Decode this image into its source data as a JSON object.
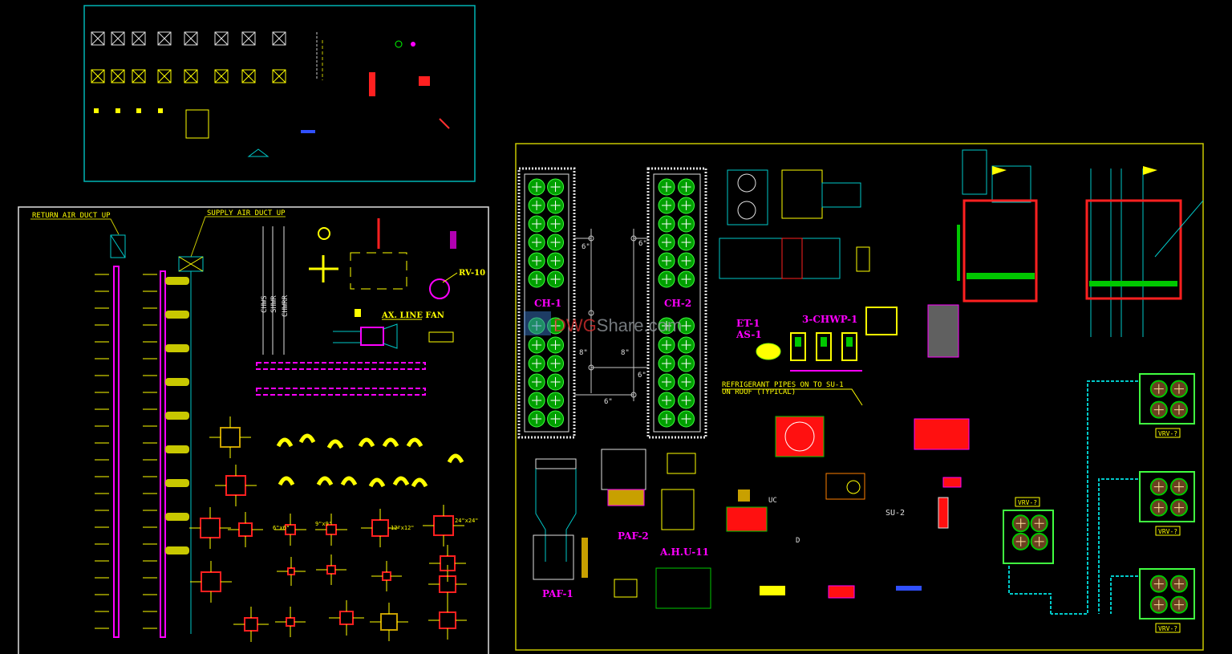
{
  "watermark": {
    "brand_a": "DWG",
    "brand_b": "Share.com"
  },
  "left_panel": {
    "return_air_label": "RETURN AIR DUCT UP",
    "supply_air_label": "SUPPLY AIR DUCT UP",
    "pipe_labels": [
      "CHWS",
      "SHWR",
      "CHWRR"
    ],
    "rv_label": "RV-10",
    "fan_label": "AX. LINE FAN",
    "size_labels": [
      "6\"x6\"",
      "9\"x9\"",
      "12\"x12\"",
      "24\"x24\""
    ]
  },
  "right_panel": {
    "chiller_1": "CH-1",
    "chiller_2": "CH-2",
    "pipe_sizes": [
      "6\"",
      "6\"",
      "8\"",
      "8\"",
      "6\"",
      "6\""
    ],
    "et_label": "ET-1",
    "as_label": "AS-1",
    "pump_label": "3-CHWP-1",
    "refrigerant_note_1": "REFRIGERANT PIPES ON TO SU-1",
    "refrigerant_note_2": "ON ROOF (TYPICAL)",
    "paf1": "PAF-1",
    "paf2": "PAF-2",
    "ahu": "A.H.U-11",
    "uc": "UC",
    "d": "D",
    "su2": "SU-2",
    "vrv_labels": [
      "VRV-?",
      "VRV-?",
      "VRV-?",
      "VRV-?"
    ]
  },
  "colors": {
    "background": "#000000",
    "yellow": "#ffff00",
    "cyan": "#00c8c8",
    "magenta": "#ff00ff",
    "green": "#00c800",
    "red": "#ff0000"
  }
}
